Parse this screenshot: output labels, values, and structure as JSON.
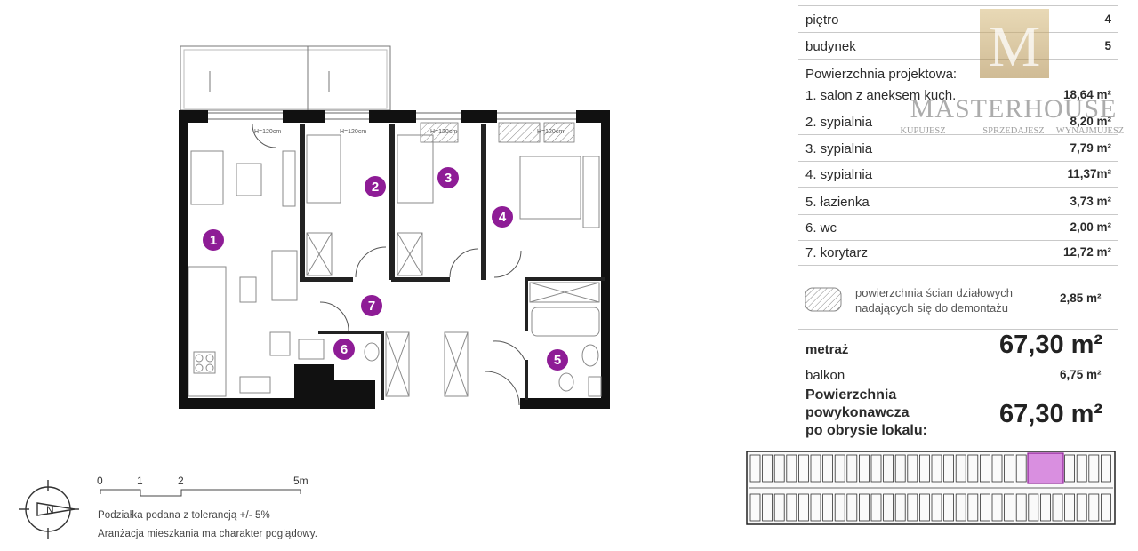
{
  "rooms": [
    {
      "num": "1"
    },
    {
      "num": "2"
    },
    {
      "num": "3"
    },
    {
      "num": "4"
    },
    {
      "num": "5"
    },
    {
      "num": "6"
    },
    {
      "num": "7"
    }
  ],
  "plan_labels": {
    "h1": "H=120cm",
    "h2": "H=120cm",
    "h3": "H=120cm",
    "h4": "H=120cm"
  },
  "scale": {
    "n0": "0",
    "n1": "1",
    "n2": "2",
    "n5": "5m"
  },
  "notes": {
    "line1": "Podziałka podana z tolerancją +/- 5%",
    "line2": "Aranżacja mieszkania ma charakter poglądowy."
  },
  "compass": {
    "label": "N"
  },
  "info": {
    "floor_label": "piętro",
    "floor_value": "4",
    "building_label": "budynek",
    "building_value": "5",
    "design_area_heading": "Powierzchnia projektowa:",
    "areas": [
      {
        "label": "1. salon z aneksem kuch.",
        "value": "18,64 m²"
      },
      {
        "label": "2. sypialnia",
        "value": "8,20 m²"
      },
      {
        "label": "3. sypialnia",
        "value": "7,79 m²"
      },
      {
        "label": "4. sypialnia",
        "value": "11,37m²"
      },
      {
        "label": "5. łazienka",
        "value": "3,73 m²"
      },
      {
        "label": "6. wc",
        "value": "2,00 m²"
      },
      {
        "label": "7. korytarz",
        "value": "12,72 m²"
      }
    ],
    "walls_label_1": "powierzchnia ścian działowych",
    "walls_label_2": "nadających się do demontażu",
    "walls_value": "2,85 m²",
    "metraz_label": "metraż",
    "metraz_value": "67,30 m²",
    "balkon_label": "balkon",
    "balkon_value": "6,75 m²",
    "post_label_1": "Powierzchnia",
    "post_label_2": "powykonawcza",
    "post_label_3": "po obrysie lokalu:",
    "post_value": "67,30 m²"
  },
  "logo": {
    "letter": "M",
    "name": "MASTERHOUSE",
    "tag1": "KUPUJESZ",
    "tag2": "SPRZEDAJESZ",
    "tag3": "WYNAJMUJESZ"
  },
  "colors": {
    "accent": "#8e1c96",
    "wall": "#111111",
    "line": "#c9c9c9"
  }
}
